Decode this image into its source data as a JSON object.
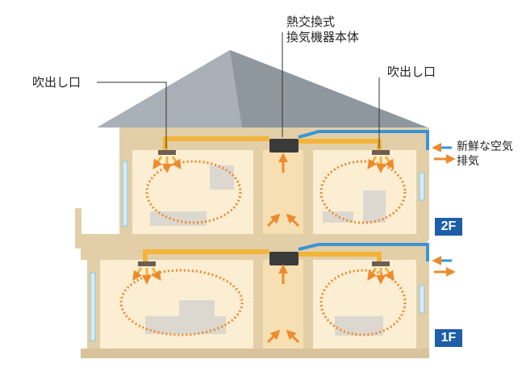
{
  "labels": {
    "hrv_unit": [
      "熱交換式",
      "換気機器本体"
    ],
    "outlet_left": "吹出し口",
    "outlet_right": "吹出し口",
    "fresh_air": "新鮮な空気",
    "exhaust": "排気"
  },
  "floors": {
    "upper": "2F",
    "lower": "1F"
  },
  "colors": {
    "supply_duct": "#f3b43a",
    "fresh_air_duct": "#3b93d4",
    "circulation_arrow": "#ee8a2c",
    "room_fill": "#fbeed3",
    "wall": "#e2cfa8",
    "roof": "#a9b0b7",
    "floor_badge": "#1d5fa8"
  }
}
